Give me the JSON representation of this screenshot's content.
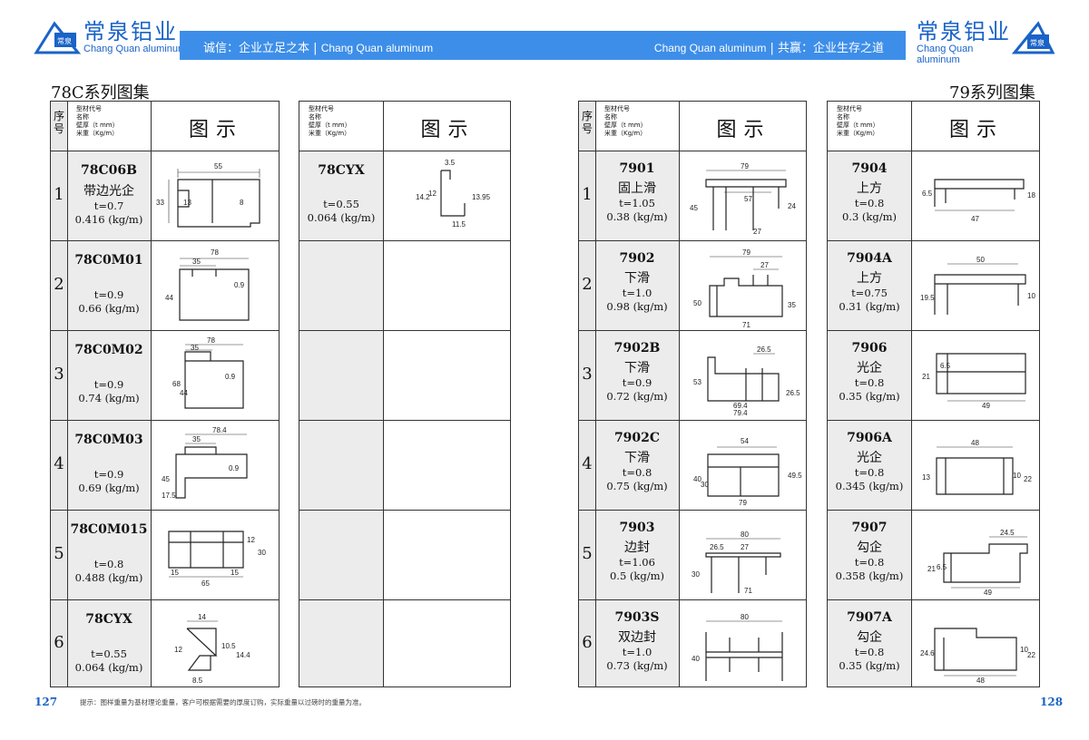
{
  "header": {
    "logo_cn": "常泉铝业",
    "logo_en": "Chang Quan aluminum",
    "logo_badge": "常泉",
    "banner_left_cn": "诚信：企业立足之本",
    "banner_left_en": "Chang Quan aluminum",
    "banner_right_en": "Chang Quan aluminum",
    "banner_right_cn": "共赢：企业生存之道",
    "divider": "|"
  },
  "left_page": {
    "title": "78C系列图集",
    "page_number": "127",
    "note": "提示：图样重量为基材理论重量，客户可根据需要的厚度订购，实际重量以过磅时的重量为准。"
  },
  "right_page": {
    "title": "79系列图集",
    "page_number": "128"
  },
  "table_header": {
    "seq": "序号",
    "spec_lines": [
      "型材代号",
      "名称",
      "壁厚（t mm）",
      "米重（Kg/m）"
    ],
    "drawing": "图示"
  },
  "left_main": [
    {
      "num": "1",
      "code": "78C06B",
      "name": "带边光企",
      "t": "t=0.7",
      "w": "0.416 (kg/m)",
      "dims": [
        "55",
        "33",
        "13",
        "8"
      ]
    },
    {
      "num": "2",
      "code": "78C0M01",
      "name": "",
      "t": "t=0.9",
      "w": "0.66 (kg/m)",
      "dims": [
        "78",
        "35",
        "44",
        "0.9"
      ]
    },
    {
      "num": "3",
      "code": "78C0M02",
      "name": "",
      "t": "t=0.9",
      "w": "0.74 (kg/m)",
      "dims": [
        "78",
        "35",
        "68",
        "44",
        "0.9"
      ]
    },
    {
      "num": "4",
      "code": "78C0M03",
      "name": "",
      "t": "t=0.9",
      "w": "0.69 (kg/m)",
      "dims": [
        "78.4",
        "35",
        "45",
        "17.5",
        "0.9"
      ]
    },
    {
      "num": "5",
      "code": "78C0M015",
      "name": "",
      "t": "t=0.8",
      "w": "0.488 (kg/m)",
      "dims": [
        "15",
        "65",
        "15",
        "12",
        "30"
      ]
    },
    {
      "num": "6",
      "code": "78CYX",
      "name": "",
      "t": "t=0.55",
      "w": "0.064 (kg/m)",
      "dims": [
        "14",
        "12",
        "10.5",
        "14.4",
        "8.5"
      ]
    }
  ],
  "left_side": [
    {
      "code": "78CYX",
      "name": "",
      "t": "t=0.55",
      "w": "0.064 (kg/m)",
      "dims": [
        "3.5",
        "14.2",
        "12",
        "13.95",
        "11.5"
      ]
    }
  ],
  "right_main": [
    {
      "num": "1",
      "code": "7901",
      "name": "固上滑",
      "t": "t=1.05",
      "w": "0.38 (kg/m)",
      "dims": [
        "79",
        "57",
        "45",
        "24",
        "27"
      ]
    },
    {
      "num": "2",
      "code": "7902",
      "name": "下滑",
      "t": "t=1.0",
      "w": "0.98 (kg/m)",
      "dims": [
        "79",
        "27",
        "50",
        "35",
        "71"
      ]
    },
    {
      "num": "3",
      "code": "7902B",
      "name": "下滑",
      "t": "t=0.9",
      "w": "0.72 (kg/m)",
      "dims": [
        "26.5",
        "53",
        "26.5",
        "69.4",
        "79.4"
      ]
    },
    {
      "num": "4",
      "code": "7902C",
      "name": "下滑",
      "t": "t=0.8",
      "w": "0.75 (kg/m)",
      "dims": [
        "54",
        "40",
        "30",
        "49.5",
        "79"
      ]
    },
    {
      "num": "5",
      "code": "7903",
      "name": "边封",
      "t": "t=1.06",
      "w": "0.5 (kg/m)",
      "dims": [
        "80",
        "26.5",
        "27",
        "30",
        "71"
      ]
    },
    {
      "num": "6",
      "code": "7903S",
      "name": "双边封",
      "t": "t=1.0",
      "w": "0.73 (kg/m)",
      "dims": [
        "80",
        "40"
      ]
    }
  ],
  "right_side": [
    {
      "code": "7904",
      "name": "上方",
      "t": "t=0.8",
      "w": "0.3 (kg/m)",
      "dims": [
        "6.5",
        "18",
        "47"
      ]
    },
    {
      "code": "7904A",
      "name": "上方",
      "t": "t=0.75",
      "w": "0.31 (kg/m)",
      "dims": [
        "50",
        "19.5",
        "10"
      ]
    },
    {
      "code": "7906",
      "name": "光企",
      "t": "t=0.8",
      "w": "0.35 (kg/m)",
      "dims": [
        "21",
        "6.5",
        "49"
      ]
    },
    {
      "code": "7906A",
      "name": "光企",
      "t": "t=0.8",
      "w": "0.345 (kg/m)",
      "dims": [
        "48",
        "13",
        "10",
        "22"
      ]
    },
    {
      "code": "7907",
      "name": "勾企",
      "t": "t=0.8",
      "w": "0.358 (kg/m)",
      "dims": [
        "24.5",
        "21",
        "6.5",
        "49"
      ]
    },
    {
      "code": "7907A",
      "name": "勾企",
      "t": "t=0.8",
      "w": "0.35 (kg/m)",
      "dims": [
        "24.6",
        "10",
        "22",
        "48"
      ]
    }
  ],
  "colors": {
    "brand": "#1a63c7",
    "banner": "#3d8ee9",
    "seq_bg": "#e8e8e8"
  }
}
